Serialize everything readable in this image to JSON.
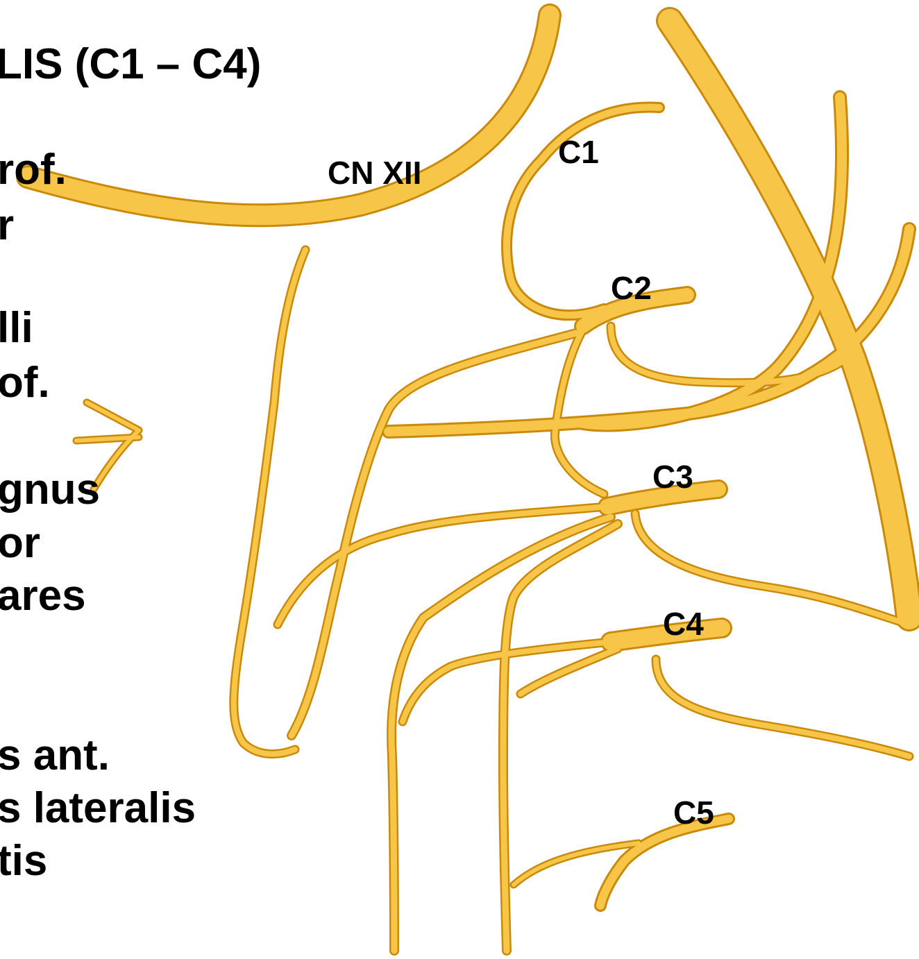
{
  "title": "LIS (C1 – C4)",
  "left_labels": [
    "rof.",
    "r",
    "lli",
    "of.",
    "gnus",
    "or",
    "ares",
    "s ant.",
    "s lateralis",
    "tis"
  ],
  "nerve_labels": [
    "CN XII",
    "C1",
    "C2",
    "C3",
    "C4",
    "C5"
  ],
  "colors": {
    "nerve_fill": "#F7C648",
    "nerve_edge": "#C98A0C",
    "background": "#FFFFFF",
    "label": "#000000"
  }
}
